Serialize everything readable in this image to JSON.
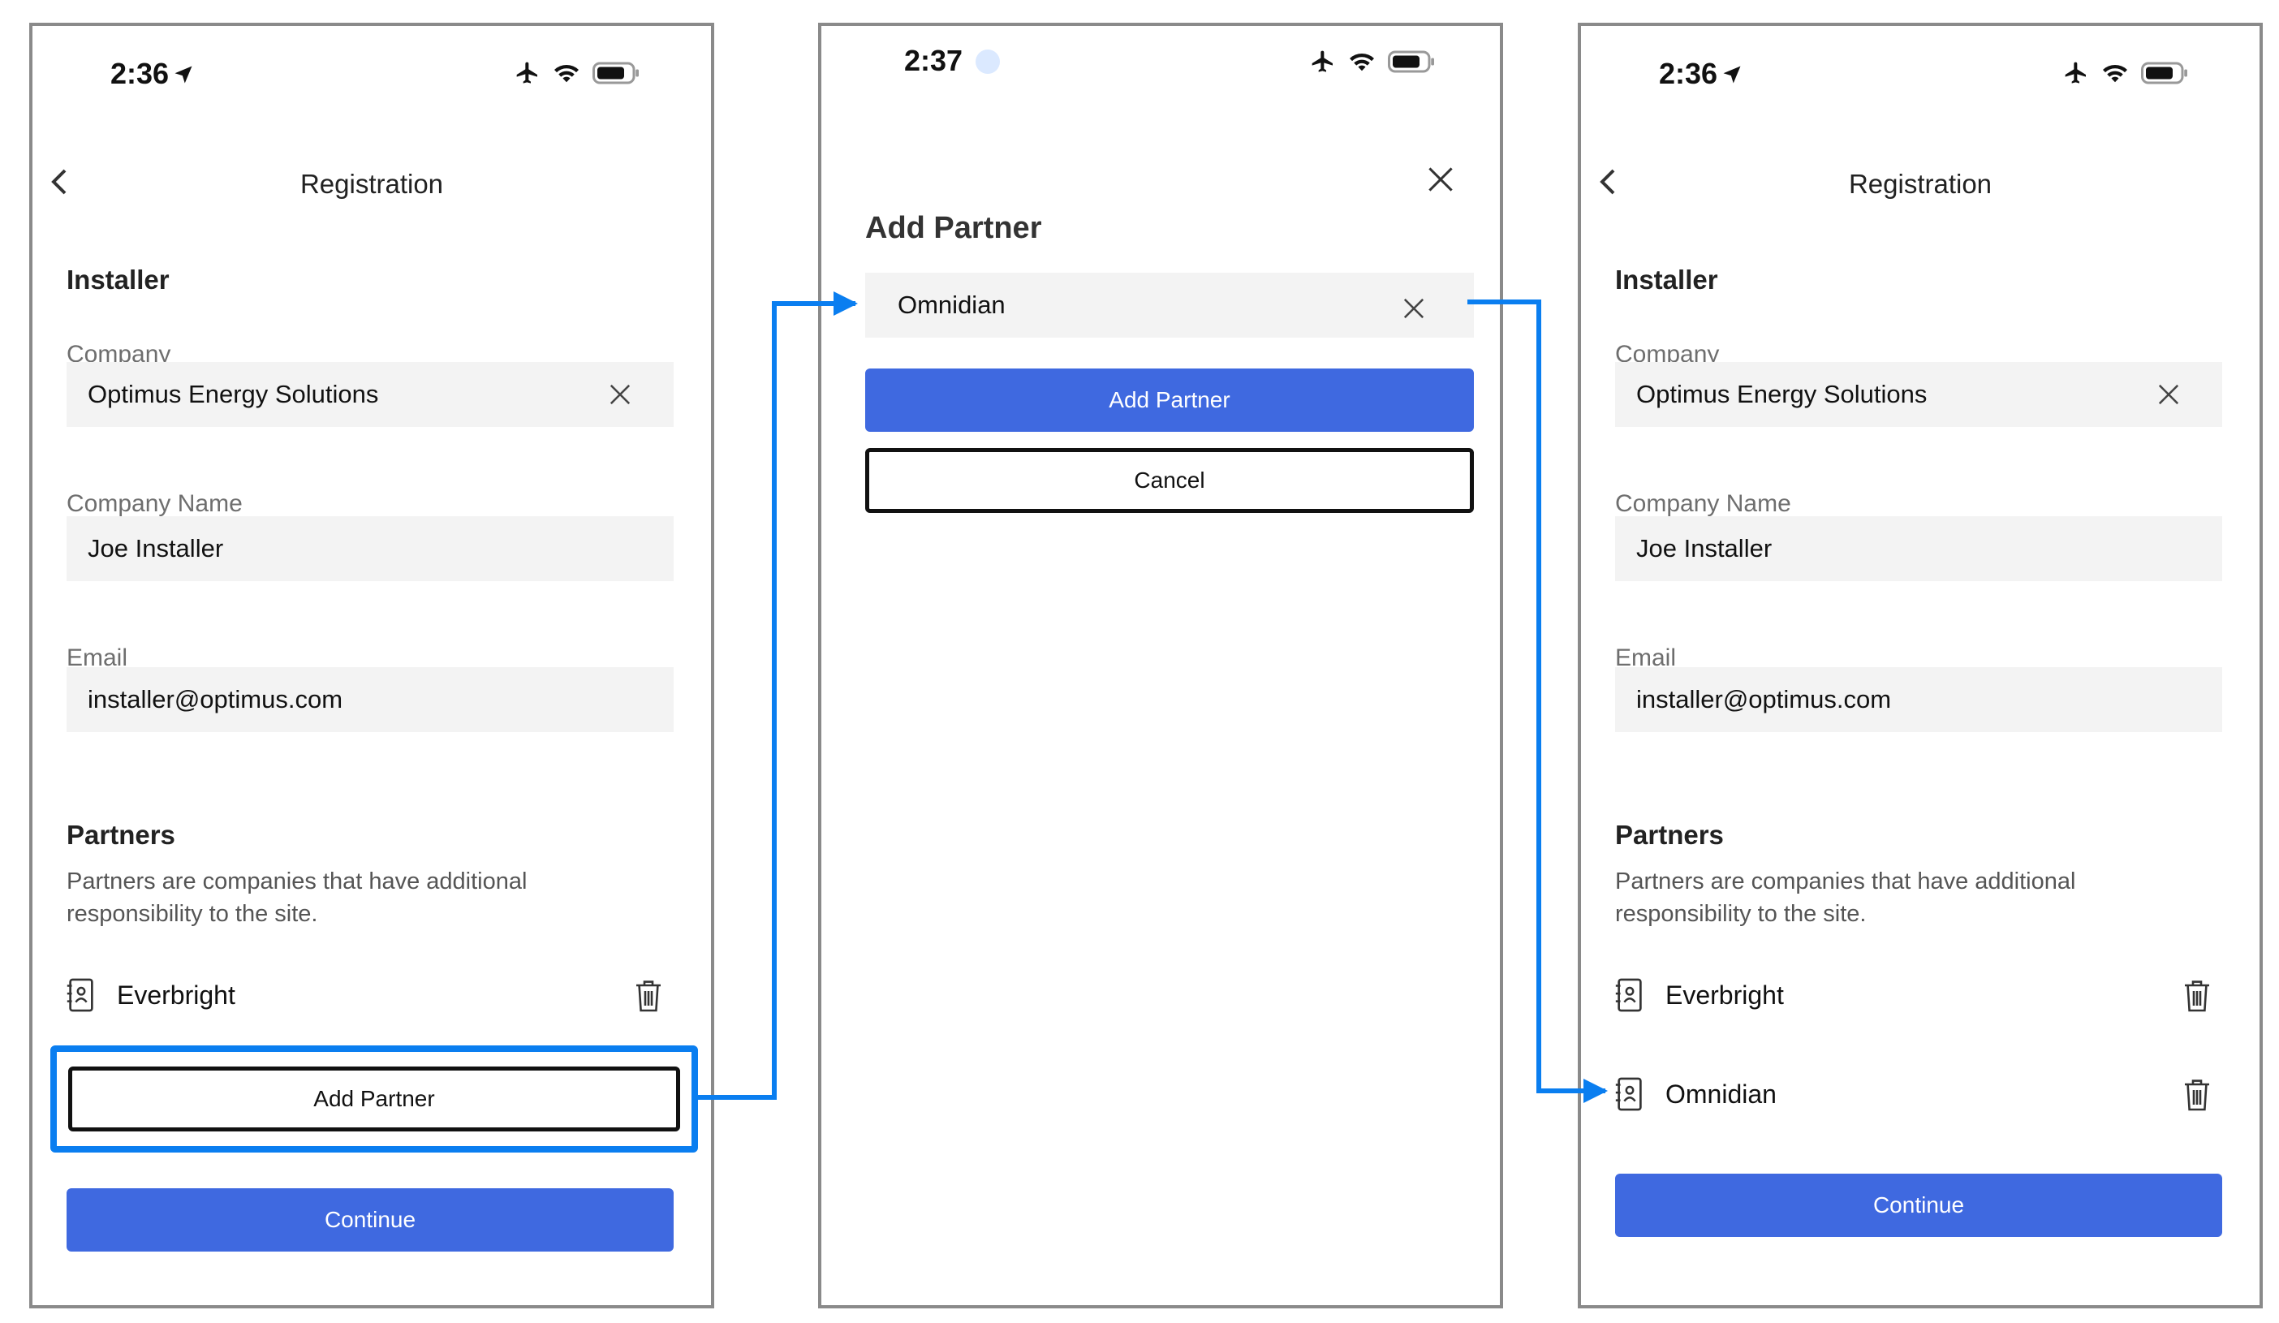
{
  "colors": {
    "primary": "#3f69e0",
    "highlight": "#0a7ef0",
    "field_bg": "#f3f3f3",
    "frame": "#8a8a8a"
  },
  "screen1": {
    "status": {
      "time": "2:36"
    },
    "nav": {
      "title": "Registration"
    },
    "installer_heading": "Installer",
    "company": {
      "label": "Company",
      "value": "Optimus Energy Solutions"
    },
    "company_name": {
      "label": "Company Name",
      "value": "Joe Installer"
    },
    "email": {
      "label": "Email",
      "value": "installer@optimus.com"
    },
    "partners": {
      "heading": "Partners",
      "description": "Partners are companies that have additional responsibility to the site.",
      "items": [
        {
          "name": "Everbright"
        }
      ]
    },
    "add_partner_label": "Add Partner",
    "continue_label": "Continue"
  },
  "screen2": {
    "status": {
      "time": "2:37"
    },
    "title": "Add Partner",
    "partner_input": {
      "value": "Omnidian"
    },
    "add_partner_label": "Add Partner",
    "cancel_label": "Cancel"
  },
  "screen3": {
    "status": {
      "time": "2:36"
    },
    "nav": {
      "title": "Registration"
    },
    "installer_heading": "Installer",
    "company": {
      "label": "Company",
      "value": "Optimus Energy Solutions"
    },
    "company_name": {
      "label": "Company Name",
      "value": "Joe Installer"
    },
    "email": {
      "label": "Email",
      "value": "installer@optimus.com"
    },
    "partners": {
      "heading": "Partners",
      "description": "Partners are companies that have additional responsibility to the site.",
      "items": [
        {
          "name": "Everbright"
        },
        {
          "name": "Omnidian"
        }
      ]
    },
    "continue_label": "Continue"
  }
}
